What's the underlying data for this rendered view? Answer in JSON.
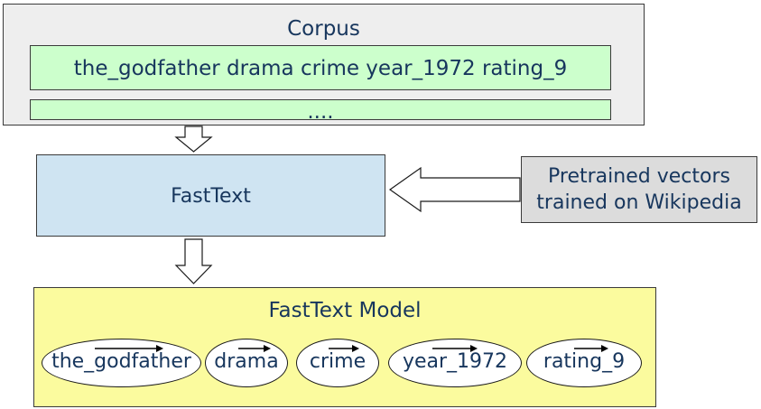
{
  "corpus": {
    "title": "Corpus",
    "rows": [
      "the_godfather drama crime year_1972 rating_9",
      "...."
    ]
  },
  "fasttext": {
    "label": "FastText"
  },
  "pretrained": {
    "line1": "Pretrained vectors",
    "line2": "trained on Wikipedia"
  },
  "model": {
    "title": "FastText Model",
    "tokens": [
      "the_godfather",
      "drama",
      "crime",
      "year_1972",
      "rating_9"
    ]
  }
}
